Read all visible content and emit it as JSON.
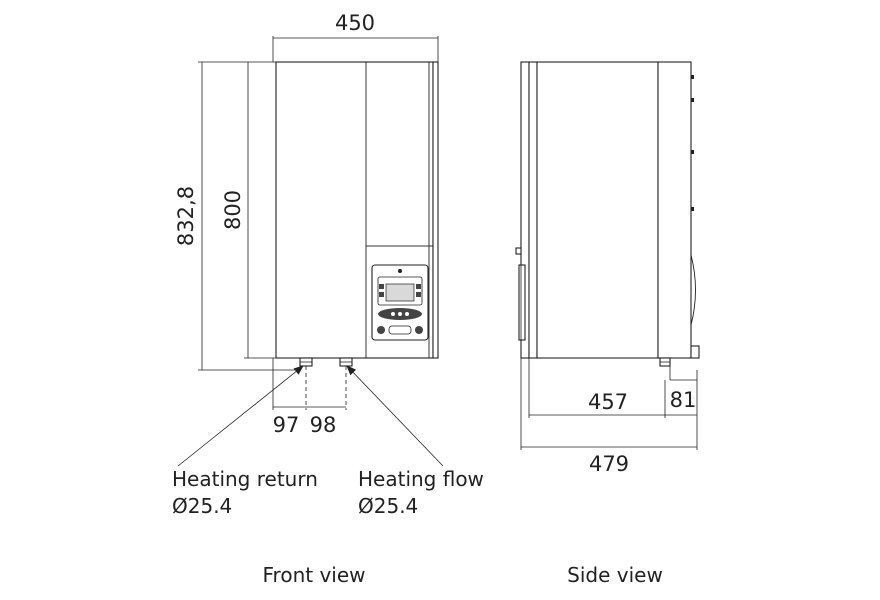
{
  "front": {
    "dim_width": "450",
    "dim_height_total": "832,8",
    "dim_height_body": "800",
    "dim_return_offset": "97",
    "dim_flow_offset": "98",
    "return_label": "Heating return",
    "return_size": "Ø25.4",
    "flow_label": "Heating flow",
    "flow_size": "Ø25.4",
    "caption": "Front view"
  },
  "side": {
    "dim_depth_body": "457",
    "dim_pipe_offset": "81",
    "dim_depth_total": "479",
    "caption": "Side view"
  }
}
